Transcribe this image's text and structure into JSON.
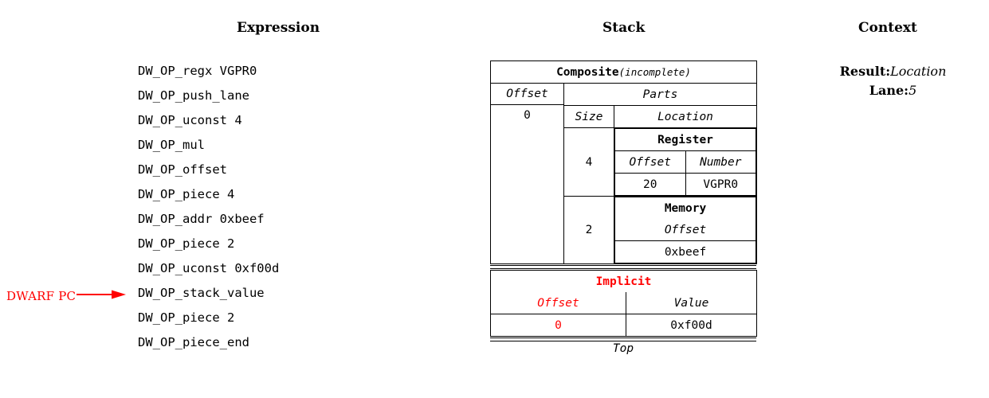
{
  "headings": {
    "expression": "Expression",
    "stack": "Stack",
    "context": "Context"
  },
  "expression": {
    "lines": [
      "DW_OP_regx VGPR0",
      "DW_OP_push_lane",
      "DW_OP_uconst 4",
      "DW_OP_mul",
      "DW_OP_offset",
      "DW_OP_piece 4",
      "DW_OP_addr 0xbeef",
      "DW_OP_piece 2",
      "DW_OP_uconst 0xf00d",
      "DW_OP_stack_value",
      "DW_OP_piece 2",
      "DW_OP_piece_end"
    ],
    "pc_marker": {
      "label": "DWARF PC",
      "points_at_line_index": 10,
      "color": "#ff0000"
    }
  },
  "stack": {
    "bottom_label": "Top",
    "entries": [
      {
        "title": "Composite",
        "title_suffix": "(incomplete)",
        "headers": {
          "offset": "Offset",
          "parts": "Parts",
          "size": "Size",
          "location": "Location"
        },
        "offset_value": "0",
        "parts": [
          {
            "size": "4",
            "location": {
              "kind": "Register",
              "headers": [
                "Offset",
                "Number"
              ],
              "values": [
                "20",
                "VGPR0"
              ]
            }
          },
          {
            "size": "2",
            "location": {
              "kind": "Memory",
              "headers": [
                "Offset"
              ],
              "values": [
                "0xbeef"
              ]
            }
          }
        ]
      },
      {
        "title": "Implicit",
        "title_color": "#ff0000",
        "headers": {
          "offset": "Offset",
          "value": "Value"
        },
        "offset_value": "0",
        "offset_color": "#ff0000",
        "value": "0xf00d"
      }
    ]
  },
  "context": {
    "rows": [
      {
        "key": "Result:",
        "value": "Location"
      },
      {
        "key": "Lane:",
        "value": "5"
      }
    ]
  },
  "colors": {
    "ink": "#000000",
    "highlight": "#ff0000",
    "background": "#ffffff"
  }
}
